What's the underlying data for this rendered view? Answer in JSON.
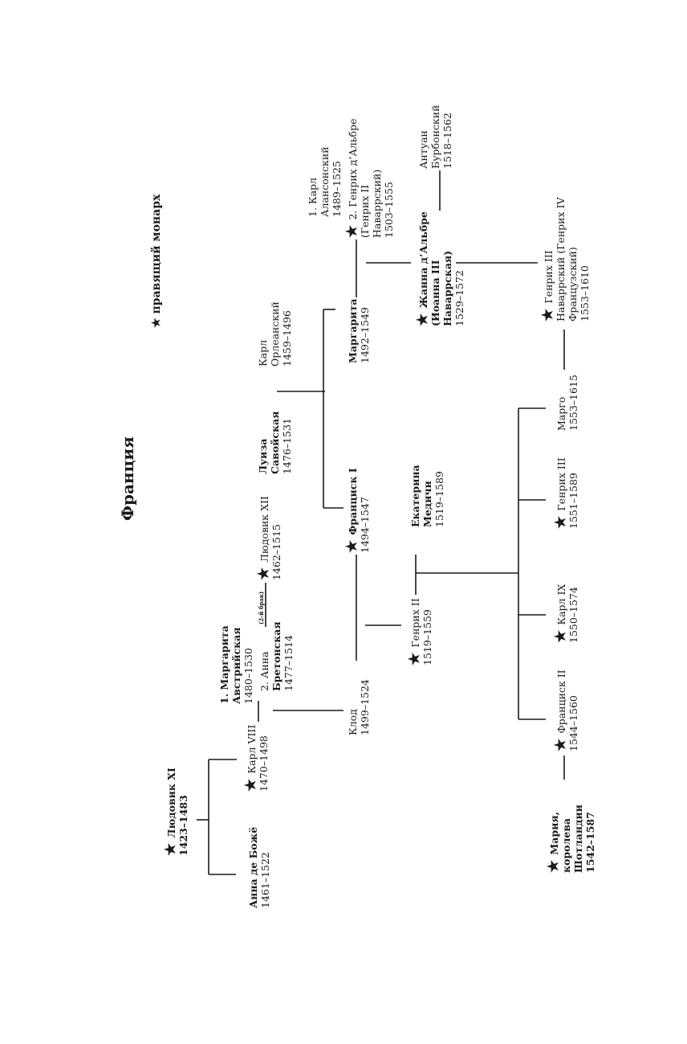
{
  "title": "Франция",
  "legend": {
    "marker": "★",
    "text": "правящий монарх"
  },
  "colors": {
    "ink": "#1a1a1a",
    "background": "#ffffff"
  },
  "people": {
    "ludovik11": {
      "lines": [
        "Людовик XI",
        "1423–1483"
      ],
      "monarch": true
    },
    "anna_de_bozhe": {
      "lines": [
        "Анна де Божё",
        "1461–1522"
      ],
      "monarch": false
    },
    "karl8": {
      "lines": [
        "Карл VIII",
        "1470–1498"
      ],
      "monarch": true
    },
    "margarita_avstr": {
      "lines": [
        "1. Маргарита",
        "Австрийская",
        "1480–1530"
      ],
      "monarch": false
    },
    "anna_breton": {
      "lines": [
        "2. Анна",
        "Бретонская",
        "1477–1514"
      ],
      "monarch": false
    },
    "marriage_note": "(2-й брак)",
    "ludovik12": {
      "lines": [
        "Людовик XII",
        "1462–1515"
      ],
      "monarch": true
    },
    "luiza": {
      "lines": [
        "Луиза",
        "Савойская",
        "1476–1531"
      ],
      "monarch": false
    },
    "karl_orlean": {
      "lines": [
        "Карл",
        "Орлеанский",
        "1459–1496"
      ],
      "monarch": false
    },
    "klod": {
      "lines": [
        "Клод",
        "1499–1524"
      ],
      "monarch": false
    },
    "francisk1": {
      "lines": [
        "Франциск I",
        "1494–1547"
      ],
      "monarch": true
    },
    "margarita": {
      "lines": [
        "Маргарита",
        "1492–1549"
      ],
      "monarch": false
    },
    "karl_alanson": {
      "lines": [
        "1. Карл",
        "Алансонский",
        "1489–1525"
      ],
      "monarch": false
    },
    "genrih_albre": {
      "lines": [
        "2. Генрих д’Альбре",
        "(Генрих II",
        "Наваррский)",
        "1503–1555"
      ],
      "monarch": true
    },
    "genrih2": {
      "lines": [
        "Генрих II",
        "1519–1559"
      ],
      "monarch": true
    },
    "ekaterina": {
      "lines": [
        "Екатерина",
        "Медичи",
        "1519–1589"
      ],
      "monarch": false
    },
    "zhanna": {
      "lines": [
        "Жанна д’Альбре",
        "(Иоанна III",
        "Наваррская)",
        "1529–1572"
      ],
      "monarch": true
    },
    "antuan": {
      "lines": [
        "Антуан",
        "Бурбонский",
        "1518–1562"
      ],
      "monarch": false
    },
    "maria": {
      "lines": [
        "Мария,",
        "королева",
        "Шотландии",
        "1542–1587"
      ],
      "monarch": true
    },
    "francisk2": {
      "lines": [
        "Франциск II",
        "1544–1560"
      ],
      "monarch": true
    },
    "karl9": {
      "lines": [
        "Карл IX",
        "1550–1574"
      ],
      "monarch": true
    },
    "genrih3": {
      "lines": [
        "Генрих III",
        "1551–1589"
      ],
      "monarch": true
    },
    "margo": {
      "lines": [
        "Марго",
        "1553–1615"
      ],
      "monarch": false
    },
    "genrih4": {
      "lines": [
        "Генрих III",
        "Наваррский (Генрих IV",
        "Французский)",
        "1553–1610"
      ],
      "monarch": true
    }
  }
}
